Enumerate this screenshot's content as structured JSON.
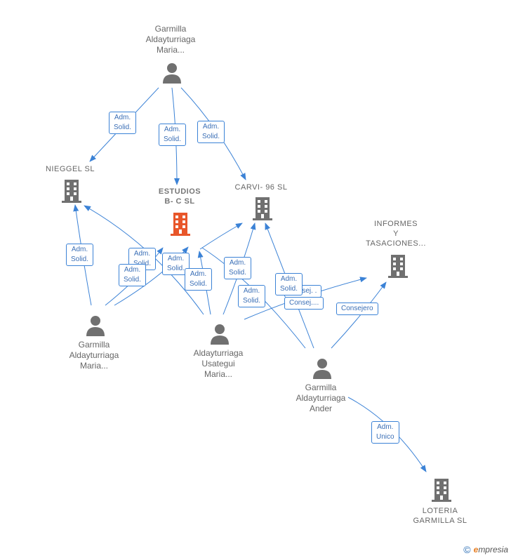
{
  "colors": {
    "edge": "#3b82d6",
    "person": "#707070",
    "company": "#707070",
    "main_company": "#e8562a"
  },
  "nodes": {
    "garmilla_maria_top": {
      "type": "person",
      "lines": [
        "Garmilla",
        "Aldayturriaga",
        "Maria..."
      ]
    },
    "nieggel": {
      "type": "company",
      "lines": [
        "NIEGGEL SL"
      ]
    },
    "estudios": {
      "type": "main-company",
      "lines": [
        "ESTUDIOS",
        "B- C SL"
      ]
    },
    "carvi": {
      "type": "company",
      "lines": [
        "CARVI- 96 SL"
      ]
    },
    "informes": {
      "type": "company",
      "lines": [
        "INFORMES",
        "Y",
        "TASACIONES..."
      ]
    },
    "garmilla_maria_bottom": {
      "type": "person",
      "lines": [
        "Garmilla",
        "Aldayturriaga",
        "Maria..."
      ]
    },
    "aldayturriaga_usategui": {
      "type": "person",
      "lines": [
        "Aldayturriaga",
        "Usategui",
        "Maria..."
      ]
    },
    "garmilla_ander": {
      "type": "person",
      "lines": [
        "Garmilla",
        "Aldayturriaga",
        "Ander"
      ]
    },
    "loteria": {
      "type": "company",
      "lines": [
        "LOTERIA",
        "GARMILLA SL"
      ]
    }
  },
  "edge_labels": [
    [
      "Adm.",
      "Solid."
    ],
    [
      "Adm.",
      "Solid."
    ],
    [
      "Adm.",
      "Solid."
    ],
    [
      "Adm.",
      "Solid."
    ],
    [
      "Adm.",
      "Solid."
    ],
    [
      "Adm.",
      "Solid."
    ],
    [
      "Adm.",
      "Solid."
    ],
    [
      "Adm.",
      "Solid."
    ],
    [
      "Adm.",
      "Solid."
    ],
    [
      "Adm.",
      "Solid."
    ],
    [
      "Adm.",
      "Solid."
    ],
    [
      "Consej. ."
    ],
    [
      "Consej...."
    ],
    [
      "Consejero"
    ],
    [
      "Adm.",
      "Unico"
    ]
  ],
  "footer": {
    "copyright": "©",
    "brand_initial": "e",
    "brand_rest": "mpresia"
  }
}
